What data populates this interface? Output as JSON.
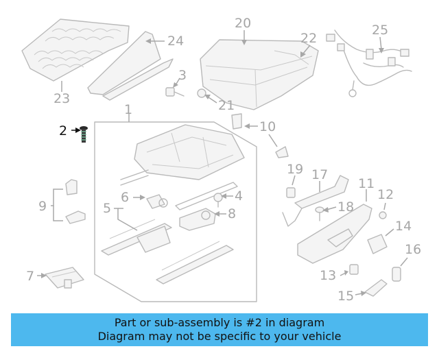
{
  "diagram": {
    "callouts": [
      {
        "id": "c1",
        "text": "1"
      },
      {
        "id": "c2",
        "text": "2",
        "highlight": true
      },
      {
        "id": "c3",
        "text": "3"
      },
      {
        "id": "c4",
        "text": "4"
      },
      {
        "id": "c5",
        "text": "5"
      },
      {
        "id": "c6",
        "text": "6"
      },
      {
        "id": "c7",
        "text": "7"
      },
      {
        "id": "c8",
        "text": "8"
      },
      {
        "id": "c9",
        "text": "9"
      },
      {
        "id": "c10",
        "text": "10"
      },
      {
        "id": "c11",
        "text": "11"
      },
      {
        "id": "c12",
        "text": "12"
      },
      {
        "id": "c13",
        "text": "13"
      },
      {
        "id": "c14",
        "text": "14"
      },
      {
        "id": "c15",
        "text": "15"
      },
      {
        "id": "c16",
        "text": "16"
      },
      {
        "id": "c17",
        "text": "17"
      },
      {
        "id": "c18",
        "text": "18"
      },
      {
        "id": "c19",
        "text": "19"
      },
      {
        "id": "c20",
        "text": "20"
      },
      {
        "id": "c21",
        "text": "21"
      },
      {
        "id": "c22",
        "text": "22"
      },
      {
        "id": "c23",
        "text": "23"
      },
      {
        "id": "c24",
        "text": "24"
      },
      {
        "id": "c25",
        "text": "25"
      }
    ],
    "colors": {
      "line": "#b9b9b9",
      "label": "#a6a6a6",
      "highlight": "#111111"
    }
  },
  "banner": {
    "line1": "Part or sub-assembly is #2 in diagram",
    "line2": "Diagram may not be specific to your vehicle",
    "color": "#4db8ee"
  }
}
